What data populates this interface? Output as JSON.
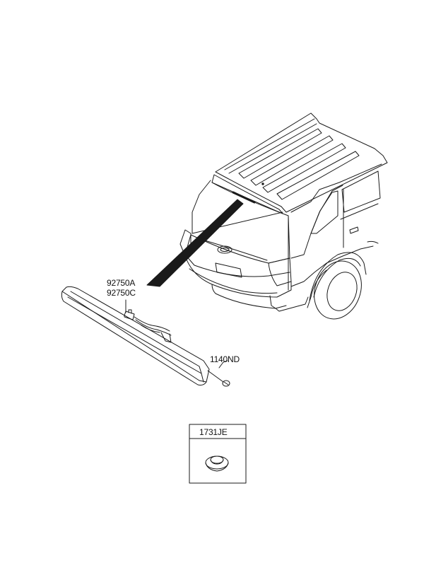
{
  "callouts": {
    "part_high_mount_stop_lamp_a": "92750A",
    "part_high_mount_stop_lamp_c": "92750C",
    "part_screw": "1140ND",
    "part_grommet": "1731JE"
  },
  "colors": {
    "line": "#1a1a1a",
    "background": "#ffffff"
  }
}
